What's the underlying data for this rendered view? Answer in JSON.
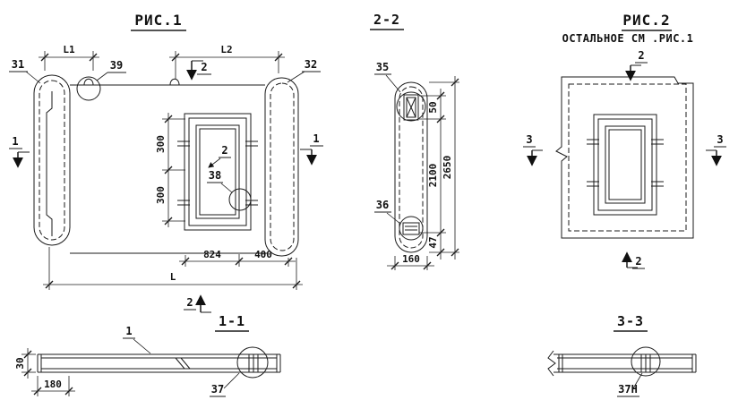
{
  "fig1": {
    "title": "РИС.1",
    "labels": {
      "l1": "L1",
      "l2": "L2",
      "c31": "31",
      "c39": "39",
      "c32": "32",
      "c38": "38",
      "sec1_left": "1",
      "sec1_right": "1",
      "sec2_top": "2",
      "sec2_inner": "2",
      "sec2_bottom": "2",
      "d300_upper": "300",
      "d300_lower": "300",
      "d824": "824",
      "d400": "400",
      "dl": "L"
    }
  },
  "sec22": {
    "title": "2-2",
    "labels": {
      "c35": "35",
      "c36": "36",
      "d50": "50",
      "d2100": "2100",
      "d2650": "2650",
      "d47": "47",
      "d160": "160"
    }
  },
  "fig2": {
    "title": "РИС.2",
    "note": "ОСТАЛЬНОЕ СМ .РИС.1",
    "labels": {
      "sec2_top": "2",
      "sec2_bottom": "2",
      "sec3_left": "3",
      "sec3_right": "3"
    }
  },
  "sec11": {
    "title": "1-1",
    "labels": {
      "c1": "1",
      "c37": "37",
      "d30": "30",
      "d180": "180"
    }
  },
  "sec33": {
    "title": "3-3",
    "labels": {
      "c37n": "37Н"
    }
  }
}
